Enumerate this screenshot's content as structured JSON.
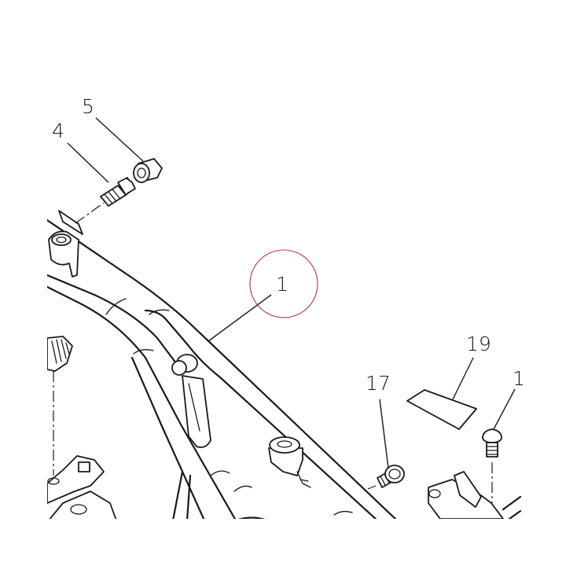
{
  "diagram": {
    "callouts": {
      "c1": "1",
      "c4": "4",
      "c5": "5",
      "c17": "17",
      "c19": "19",
      "c_edge": "1"
    },
    "highlight_color": "#b5304f",
    "line_color": "#1a1a1a"
  }
}
